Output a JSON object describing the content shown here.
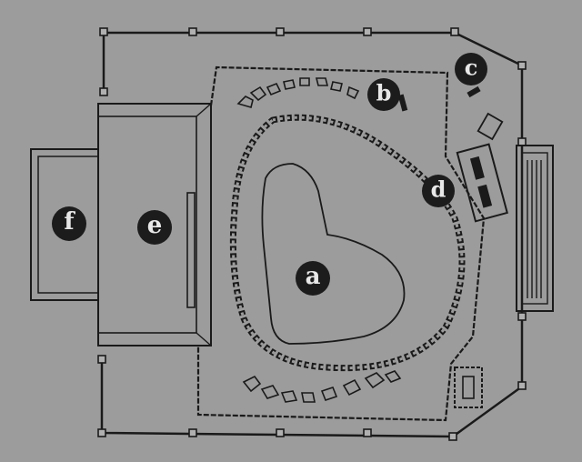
{
  "plan": {
    "colors": {
      "paper": "#9c9c9c",
      "ink": "#1a1a1a",
      "marker_fill": "#1c1c1c",
      "marker_text": "#e8e8e8"
    },
    "markers": {
      "a": "a",
      "b": "b",
      "c": "c",
      "d": "d",
      "e": "e",
      "f": "f"
    }
  }
}
